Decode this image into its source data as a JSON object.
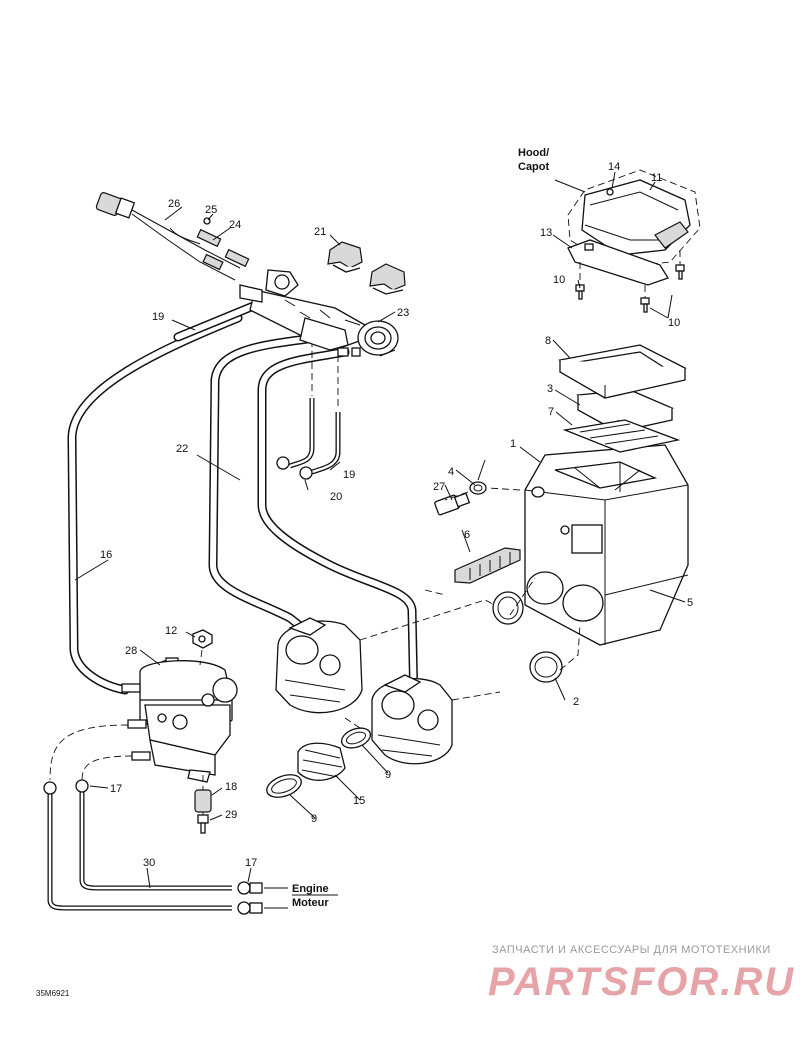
{
  "diagram": {
    "part_numbers": {
      "p1": "1",
      "p2": "2",
      "p3": "3",
      "p4": "4",
      "p5": "5",
      "p6": "6",
      "p7": "7",
      "p8": "8",
      "p9a": "9",
      "p9b": "9",
      "p10a": "10",
      "p10b": "10",
      "p11": "11",
      "p12": "12",
      "p13": "13",
      "p14": "14",
      "p15": "15",
      "p16": "16",
      "p17a": "17",
      "p17b": "17",
      "p18": "18",
      "p19a": "19",
      "p19b": "19",
      "p20": "20",
      "p21": "21",
      "p22": "22",
      "p23": "23",
      "p24": "24",
      "p25": "25",
      "p26": "26",
      "p27": "27",
      "p28": "28",
      "p29": "29",
      "p30": "30"
    },
    "labels": {
      "hood_line1": "Hood/",
      "hood_line2": "Capot",
      "engine": "Engine",
      "moteur": "Moteur",
      "figure_code": "35M6921"
    }
  },
  "watermark": {
    "tagline": "ЗАПЧАСТИ И АКСЕССУАРЫ ДЛЯ МОТОТЕХНИКИ",
    "brand": "PARTSFOR.RU"
  }
}
